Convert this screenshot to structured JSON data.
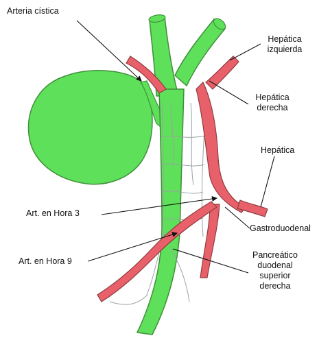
{
  "labels": {
    "arteria_cistica": "Arteria cística",
    "hepatica_izquierda_1": "Hepática",
    "hepatica_izquierda_2": "izquierda",
    "hepatica_derecha_1": "Hepática",
    "hepatica_derecha_2": "derecha",
    "hepatica": "Hepática",
    "art_hora_3": "Art. en Hora 3",
    "gastroduodenal": "Gastroduodenal",
    "art_hora_9": "Art. en Hora 9",
    "pancreatico_1": "Pancreático",
    "pancreatico_2": "duodenal",
    "pancreatico_3": "superior",
    "pancreatico_4": "derecha"
  },
  "colors": {
    "duct_green": "#5fe05a",
    "duct_outline": "#3f8f3a",
    "artery_red": "#e8616a",
    "artery_outline": "#8e3b3f",
    "vessel_gray": "#9aa3a3",
    "pointer_line": "#111111"
  }
}
